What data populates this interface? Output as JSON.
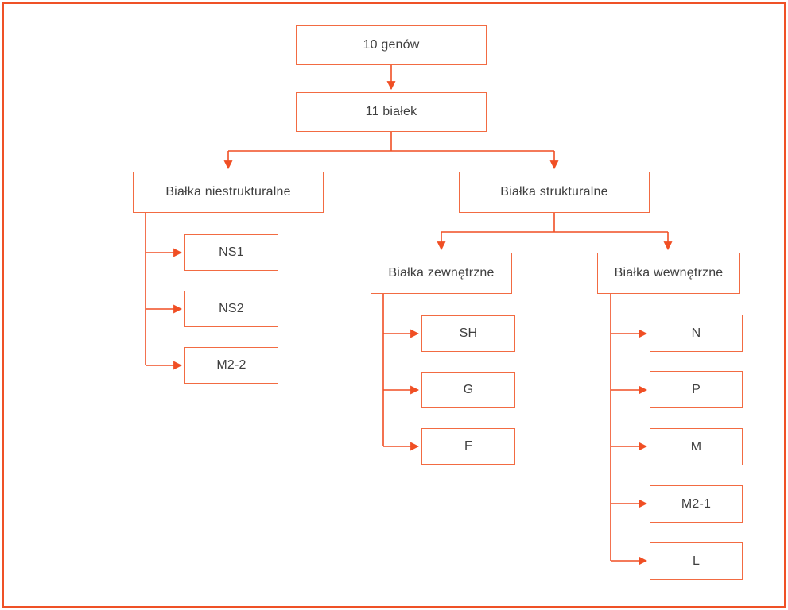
{
  "diagram_type": "flowchart-tree",
  "language": "pl",
  "colors": {
    "line": "#f04f24",
    "box-border": "#f26b42",
    "text": "#3f3f3f",
    "frame": "#ef5126",
    "background": "#ffffff"
  },
  "tree": {
    "label": "10 genów",
    "children": [
      {
        "label": "11 białek",
        "children": [
          {
            "label": "Białka niestrukturalne",
            "children": [
              {
                "label": "NS1"
              },
              {
                "label": "NS2"
              },
              {
                "label": "M2-2"
              }
            ]
          },
          {
            "label": "Białka strukturalne",
            "children": [
              {
                "label": "Białka zewnętrzne",
                "children": [
                  {
                    "label": "SH"
                  },
                  {
                    "label": "G"
                  },
                  {
                    "label": "F"
                  }
                ]
              },
              {
                "label": "Białka wewnętrzne",
                "children": [
                  {
                    "label": "N"
                  },
                  {
                    "label": "P"
                  },
                  {
                    "label": "M"
                  },
                  {
                    "label": "M2-1"
                  },
                  {
                    "label": "L"
                  }
                ]
              }
            ]
          }
        ]
      }
    ]
  }
}
